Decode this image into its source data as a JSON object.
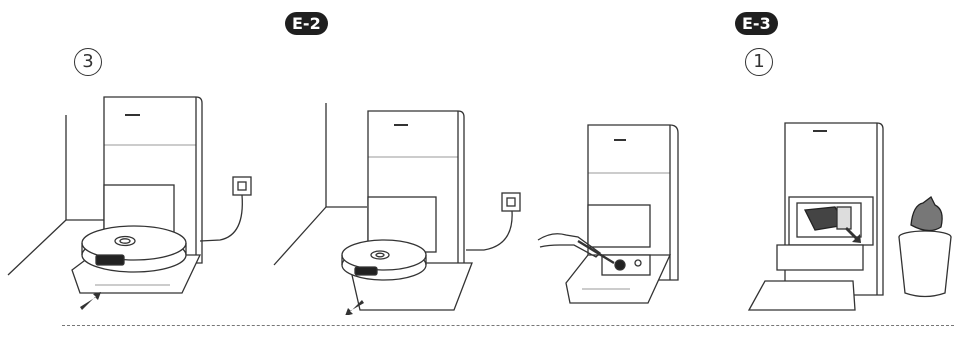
{
  "labels": {
    "section_e2": "E-2",
    "section_e3": "E-3",
    "step_left": "3",
    "step_right": "1"
  },
  "icons": {
    "push_in_arrow": "arrow-up-right-icon",
    "pull_out_arrow": "arrow-down-left-icon",
    "removal_arrow": "arrow-down-right-icon"
  },
  "colors": {
    "line": "#333333",
    "badge_bg": "#1f1f1f",
    "badge_text": "#ffffff",
    "divider": "#777777"
  }
}
